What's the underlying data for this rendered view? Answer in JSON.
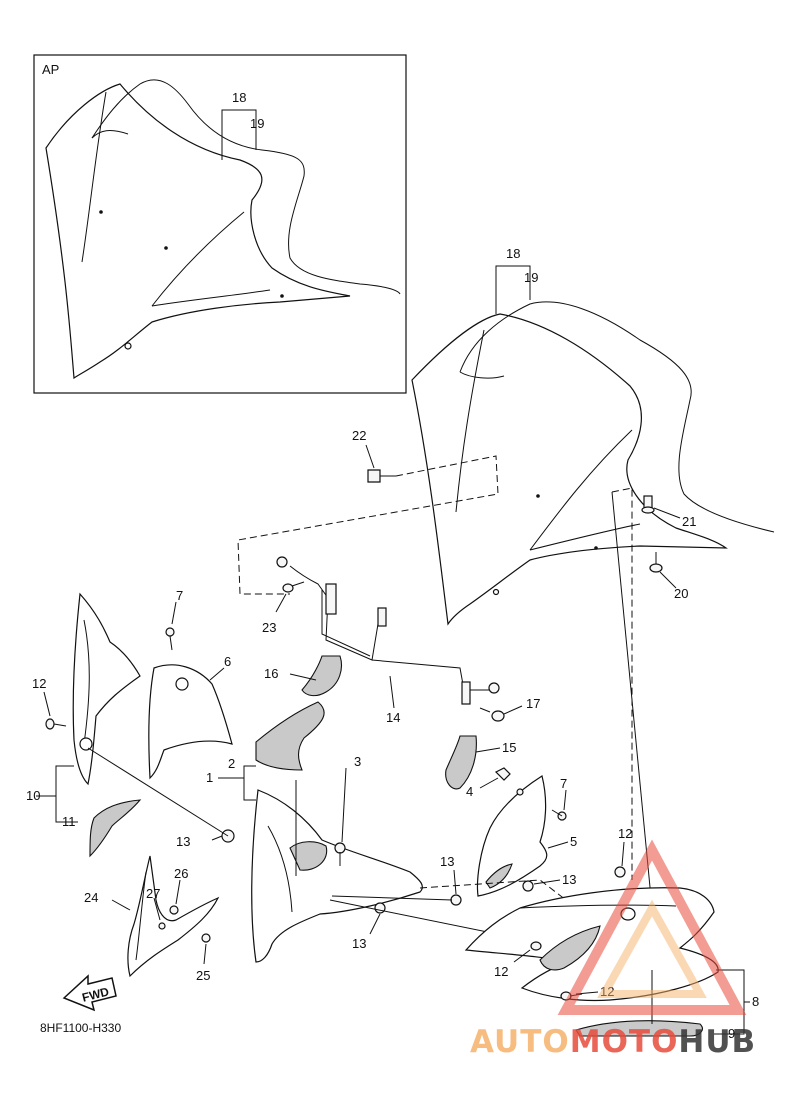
{
  "inset": {
    "label": "AP"
  },
  "callouts": {
    "c1": "1",
    "c2": "2",
    "c3": "3",
    "c4": "4",
    "c5": "5",
    "c6": "6",
    "c7": "7",
    "c7b": "7",
    "c8": "8",
    "c9": "9",
    "c10": "10",
    "c11": "11",
    "c12a": "12",
    "c12b": "12",
    "c12c": "12",
    "c12d": "12",
    "c13a": "13",
    "c13b": "13",
    "c13c": "13",
    "c13d": "13",
    "c14": "14",
    "c15": "15",
    "c16": "16",
    "c17": "17",
    "c18a": "18",
    "c19a": "19",
    "c18b": "18",
    "c19b": "19",
    "c20": "20",
    "c21": "21",
    "c22": "22",
    "c23": "23",
    "c24": "24",
    "c25": "25",
    "c26": "26",
    "c27": "27"
  },
  "direction_badge": "FWD",
  "diagram_code": "8HF1100-H330",
  "watermark": {
    "part1": "AUTO",
    "part2": "MOTO",
    "part3": "HUB",
    "color1": "#f6b26b",
    "color2": "#e74c3c",
    "color3": "#333333"
  }
}
